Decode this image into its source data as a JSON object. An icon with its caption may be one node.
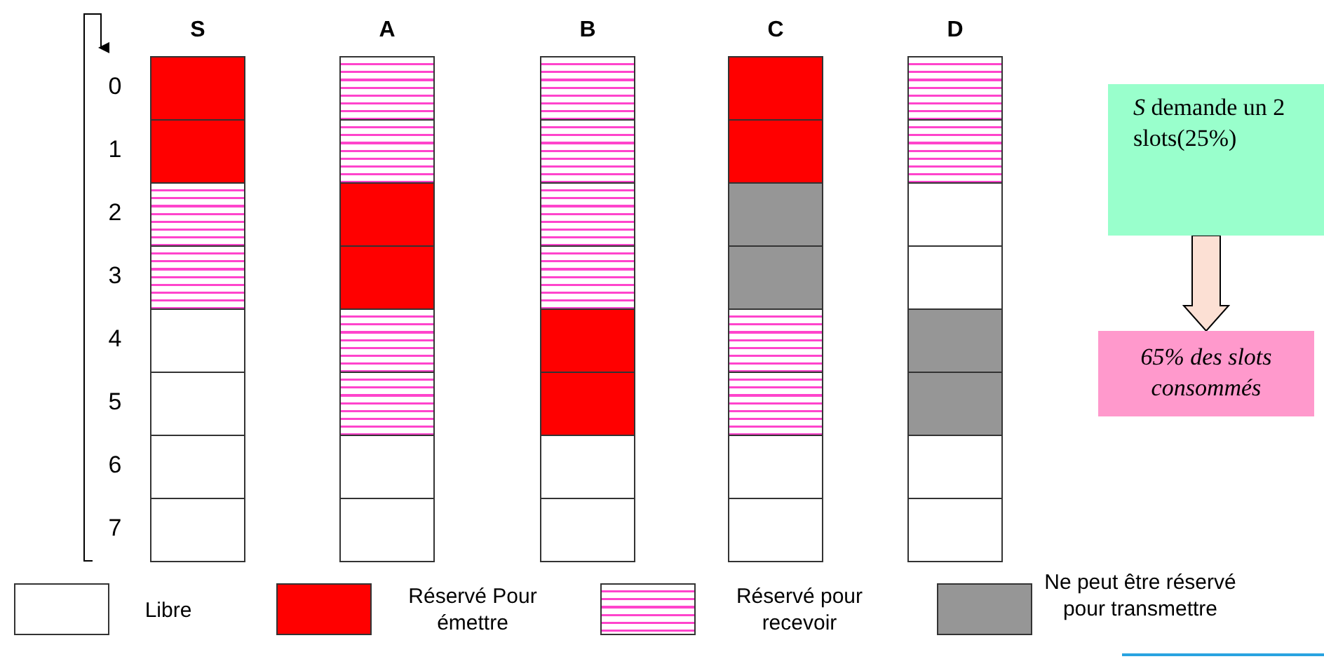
{
  "diagram": {
    "nodes": [
      {
        "text": [
          "*S* demande un 2 slots(25%)"
        ]
      },
      {
        "text": [
          "65% des slots consommés"
        ]
      }
    ],
    "edges": [
      {
        "from": 0,
        "to": 1,
        "arrow": "to"
      }
    ],
    "labels": [
      "S",
      "A",
      "B",
      "C",
      "D",
      "0",
      "1",
      "2",
      "3",
      "4",
      "5",
      "6",
      "7"
    ],
    "legend": [
      {
        "text": "Libre",
        "color": "#ffffff"
      },
      {
        "text": "Réservé Pour émettre",
        "color": "#ff0000"
      },
      {
        "text": "Réservé pour recevoir"
      },
      {
        "text": "Ne peut être réservé pour transmettre",
        "color": "#969696"
      }
    ]
  }
}
